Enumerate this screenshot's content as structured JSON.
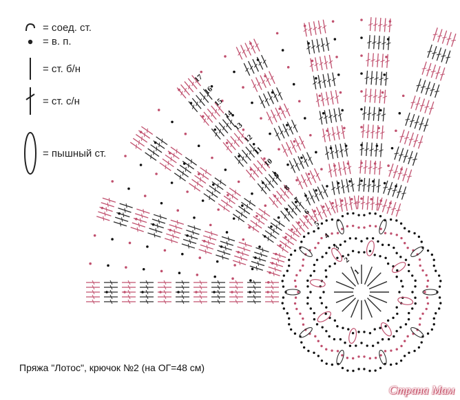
{
  "legend": {
    "items": [
      {
        "symbol": "slip-stitch-icon",
        "label": "= соед. ст."
      },
      {
        "symbol": "chain-stitch-icon",
        "label": "= в. п."
      },
      {
        "symbol": "single-crochet-icon",
        "label": "= ст. б/н"
      },
      {
        "symbol": "double-crochet-icon",
        "label": "= ст. с/н"
      },
      {
        "symbol": "puff-stitch-icon",
        "label": "= пышный ст."
      }
    ]
  },
  "row_numbers": [
    "1",
    "2",
    "3",
    "4",
    "5",
    "6",
    "7",
    "8",
    "9",
    "10",
    "11",
    "12",
    "13",
    "14",
    "15",
    "16",
    "17"
  ],
  "caption": "Пряжа \"Лотос\", крючок №2 (на ОГ=48 см)",
  "watermark": "Страна Мам",
  "colors": {
    "pink": "#c0506e",
    "dark": "#2a2a2a",
    "dot": "#111111",
    "watermark_outline": "#c0405a"
  }
}
